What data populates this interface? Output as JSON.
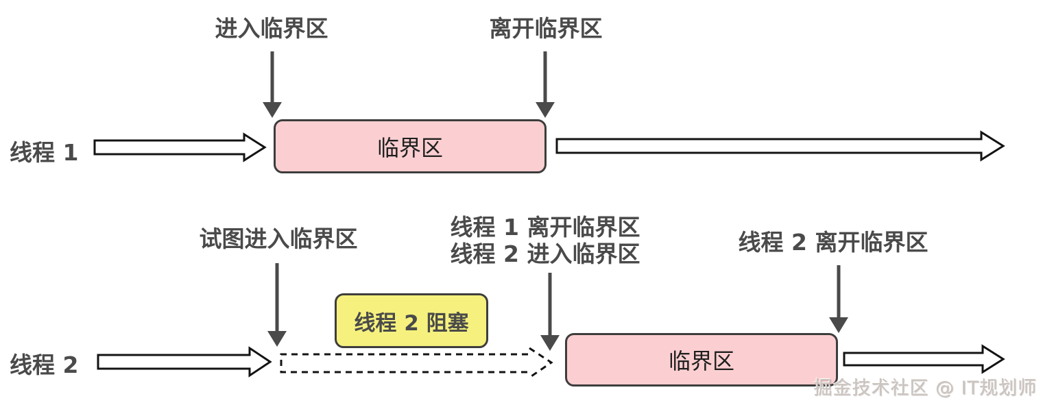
{
  "diagram": {
    "background": "#ffffff",
    "colors": {
      "critical_section_fill": "#fbcfd1",
      "blocked_fill": "#f6f17e",
      "box_border": "#3d3d3d",
      "label_text": "#4a4a4a",
      "pointer_arrow": "#4a4a4a",
      "flow_arrow_fill": "#ffffff",
      "flow_arrow_outline": "#131313"
    },
    "thread1": {
      "label": "线程 1",
      "enter_annotation": "进入临界区",
      "leave_annotation": "离开临界区",
      "critical_section": "临界区"
    },
    "thread2": {
      "label": "线程 2",
      "try_enter_annotation": "试图进入临界区",
      "handoff_annotation_line1": "线程 1 离开临界区",
      "handoff_annotation_line2": "线程 2 进入临界区",
      "leave_annotation": "线程 2 离开临界区",
      "blocked_box": "线程 2 阻塞",
      "critical_section": "临界区"
    },
    "watermark": "掘金技术社区 @ IT规划师"
  }
}
